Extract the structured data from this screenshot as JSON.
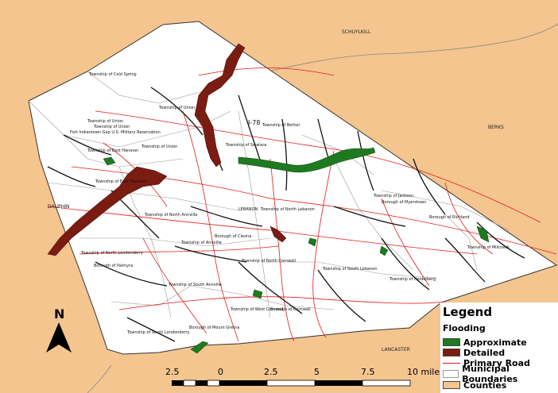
{
  "colors": {
    "counties": "#f5c58f",
    "municipal_fill": "#ffffff",
    "approximate": "#1f7a1f",
    "detailed": "#7a1c12",
    "primary_road": "#e31a1c",
    "stream": "#111111"
  },
  "counties": {
    "schuylkill": "SCHUYLKILL",
    "berks": "BERKS",
    "dauphin": "DAUPHIN",
    "lancaster": "LANCASTER"
  },
  "highway": "I-78",
  "townships": {
    "cold_spring": "Township of Cold Spring",
    "union1": "Township of Union",
    "union2": "Township of Union",
    "union3": "Township of Union",
    "fort_ig": "Fort Indiantown Gap U.S. Military Reservation",
    "union4": "Township of Union",
    "east_hanover1": "Township of East Hanover",
    "bethel": "Township of Bethel",
    "swatara": "Township of Swatara",
    "east_hanover2": "Township of East Hanover",
    "north_annville": "Township of North Annville",
    "lebanon": "LEBANON",
    "north_lebanon": "Township of North Lebanon",
    "jackson": "Township of Jackson",
    "myerstown": "Borough of Myerstown",
    "richland": "Borough of Richland",
    "annville": "Township of Annville",
    "cleona": "Borough of Cleona",
    "north_londonderry": "Township of North Londonderry",
    "palmyra": "Borough of Palmyra",
    "north_cornwall": "Township of North Cornwall",
    "south_lebanon": "Township of South Lebanon",
    "millcreek": "Township of Millcreek",
    "heidelberg": "Township of Heidelberg",
    "south_annville": "Township of South Annville",
    "west_cornwall": "Township of West Cornwall",
    "cornwall": "Borough of Cornwall",
    "south_londonderry": "Township of South Londonderry",
    "mount_gretna": "Borough of Mount Gretna"
  },
  "north_arrow": "N",
  "scale": {
    "labels": [
      "2.5",
      "0",
      "2.5",
      "5",
      "7.5",
      "10 miles"
    ]
  },
  "legend": {
    "title": "Legend",
    "subtitle": "Flooding",
    "items": [
      {
        "label": "Approximate",
        "kind": "fill",
        "color": "#1f7a1f"
      },
      {
        "label": "Detailed",
        "kind": "fill",
        "color": "#7a1c12"
      },
      {
        "label": "Primary Road",
        "kind": "line",
        "color": "#e31a1c"
      },
      {
        "label": "Municipal Boundaries",
        "kind": "fill",
        "color": "#ffffff"
      },
      {
        "label": "Counties",
        "kind": "fill",
        "color": "#f5c58f"
      }
    ]
  }
}
